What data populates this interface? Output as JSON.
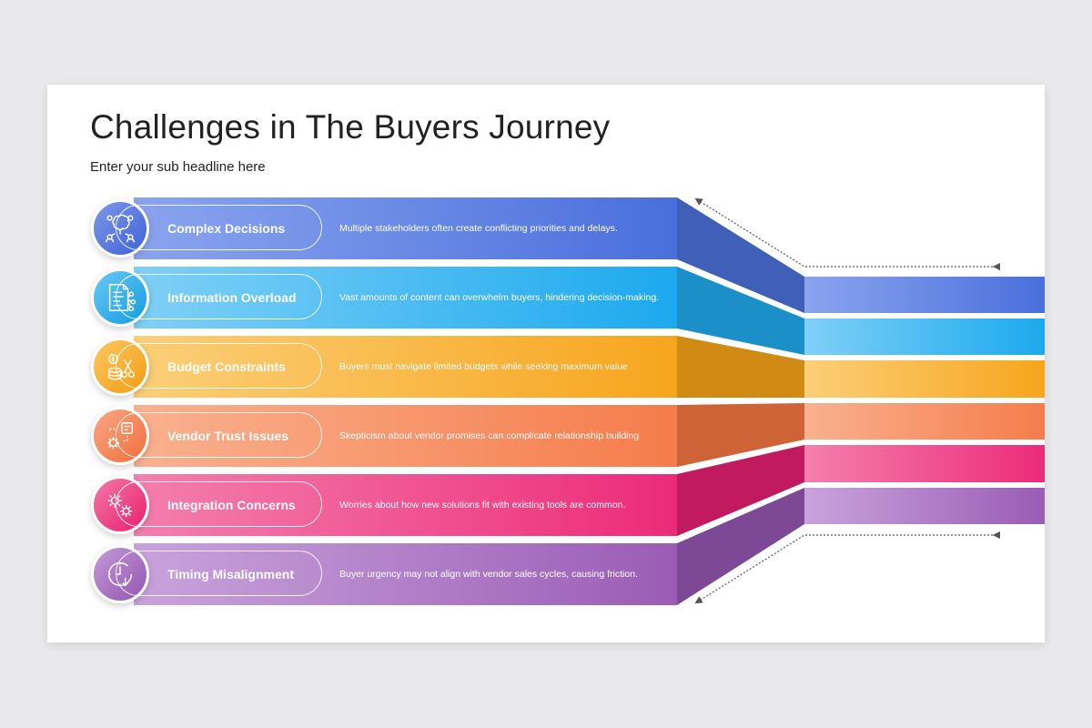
{
  "title": "Challenges in The Buyers Journey",
  "subtitle": "Enter your sub headline here",
  "colors": {
    "blue": "#4f74dc",
    "sky": "#22aeef",
    "amber": "#f7a823",
    "orange": "#f58455",
    "pink": "#ee2f7c",
    "purple": "#9e63b8"
  },
  "items": [
    {
      "label": "Complex Decisions",
      "description": "Multiple stakeholders often create conflicting priorities and delays.",
      "icon": "brain-people-icon"
    },
    {
      "label": "Information Overload",
      "description": "Vast amounts of content can overwhelm buyers, hindering decision-making.",
      "icon": "document-network-icon"
    },
    {
      "label": "Budget Constraints",
      "description": "Buyers must navigate limited budgets while seeking maximum value",
      "icon": "coins-cut-icon"
    },
    {
      "label": "Vendor Trust Issues",
      "description": "Skepticism about vendor promises can complicate relationship building",
      "icon": "vendor-gear-icon"
    },
    {
      "label": "Integration Concerns",
      "description": "Worries about how new solutions fit with existing tools are common.",
      "icon": "gears-icon"
    },
    {
      "label": "Timing Misalignment",
      "description": "Buyer urgency may not align with vendor sales cycles, causing friction.",
      "icon": "clock-icon"
    }
  ]
}
